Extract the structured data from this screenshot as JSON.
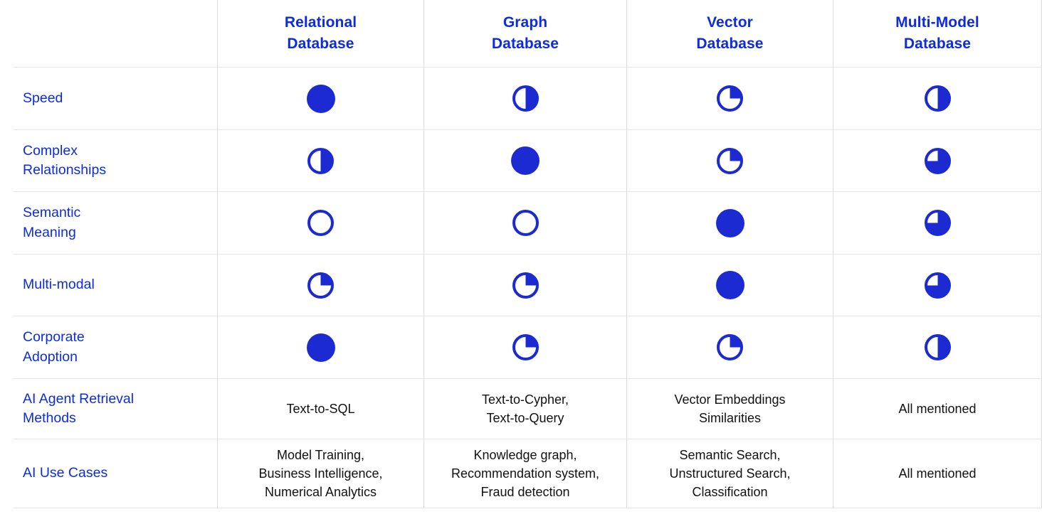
{
  "colors": {
    "accent_text_blue": "#0d2be0",
    "harvey_ball_blue": "#1b2ad1",
    "grid_line_horizontal": "#e7e7e7",
    "grid_line_vertical": "#dbdbdb",
    "body_text": "#111111",
    "background": "#ffffff"
  },
  "table": {
    "columns": [
      "Relational\nDatabase",
      "Graph\nDatabase",
      "Vector\nDatabase",
      "Multi-Model\nDatabase"
    ],
    "rows": [
      {
        "label": "Speed",
        "type": "balls",
        "values": [
          "full",
          "half",
          "quarter",
          "half"
        ]
      },
      {
        "label": "Complex\nRelationships",
        "type": "balls",
        "values": [
          "half",
          "full",
          "quarter",
          "three-quarter"
        ]
      },
      {
        "label": "Semantic\nMeaning",
        "type": "balls",
        "values": [
          "empty",
          "empty",
          "full",
          "three-quarter"
        ]
      },
      {
        "label": "Multi-modal",
        "type": "balls",
        "values": [
          "quarter",
          "quarter",
          "full",
          "three-quarter"
        ]
      },
      {
        "label": "Corporate\nAdoption",
        "type": "balls",
        "values": [
          "full",
          "quarter",
          "quarter",
          "half"
        ]
      },
      {
        "label": "AI Agent Retrieval\nMethods",
        "type": "text",
        "values": [
          "Text-to-SQL",
          "Text-to-Cypher,\nText-to-Query",
          "Vector Embeddings\nSimilarities",
          "All mentioned"
        ]
      },
      {
        "label": "AI Use Cases",
        "type": "text",
        "values": [
          "Model Training,\nBusiness Intelligence,\nNumerical Analytics",
          "Knowledge graph,\nRecommendation system,\nFraud detection",
          "Semantic Search,\nUnstructured Search,\nClassification",
          "All mentioned"
        ]
      }
    ]
  },
  "harvey_ball_fractions": {
    "full": 1,
    "three-quarter": 0.75,
    "half": 0.5,
    "quarter": 0.25,
    "empty": 0
  },
  "chart_data": {
    "type": "table",
    "title": "",
    "columns": [
      "Relational Database",
      "Graph Database",
      "Vector Database",
      "Multi-Model Database"
    ],
    "row_labels": [
      "Speed",
      "Complex Relationships",
      "Semantic Meaning",
      "Multi-modal",
      "Corporate Adoption",
      "AI Agent Retrieval Methods",
      "AI Use Cases"
    ],
    "harvey_ball_scores": {
      "Speed": [
        1,
        0.5,
        0.25,
        0.5
      ],
      "Complex Relationships": [
        0.5,
        1,
        0.25,
        0.75
      ],
      "Semantic Meaning": [
        0,
        0,
        1,
        0.75
      ],
      "Multi-modal": [
        0.25,
        0.25,
        1,
        0.75
      ],
      "Corporate Adoption": [
        1,
        0.25,
        0.25,
        0.5
      ]
    },
    "text_cells": {
      "AI Agent Retrieval Methods": [
        "Text-to-SQL",
        "Text-to-Cypher, Text-to-Query",
        "Vector Embeddings Similarities",
        "All mentioned"
      ],
      "AI Use Cases": [
        "Model Training, Business Intelligence, Numerical Analytics",
        "Knowledge graph, Recommendation system, Fraud detection",
        "Semantic Search, Unstructured Search, Classification",
        "All mentioned"
      ]
    },
    "legend_position": "none",
    "grid": true
  }
}
